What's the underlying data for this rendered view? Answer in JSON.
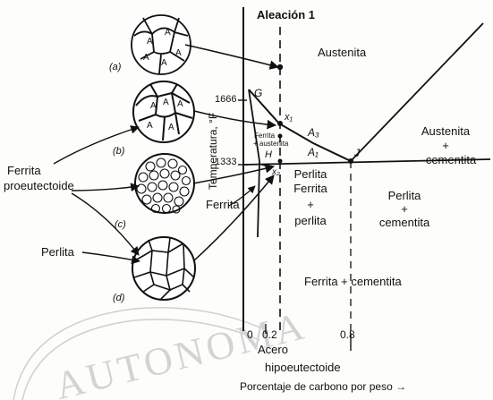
{
  "diagram": {
    "alloy_label": "Aleación 1",
    "y_axis_label": "Temperatura, °F",
    "x_axis_label": "Porcentaje de carbono por peso →",
    "ticks": {
      "x0": "0",
      "x02": "0.2",
      "x08": "0.8",
      "t1666": "1666",
      "t1333": "1333"
    },
    "points": {
      "g": "G",
      "x1": "x₁",
      "a3": "A₃",
      "a1": "A₁",
      "h": "H",
      "j": "J",
      "x2": "x₂"
    },
    "regions": {
      "austenita_top": "Austenita",
      "austenita_right": "Austenita",
      "plus_right": "+",
      "cementita_right": "cementita",
      "ferrita_austenita_1": "Ferrita",
      "ferrita_austenita_2": "+ austenita",
      "ferrita": "Ferrita",
      "perlita_ferrita_1": "Perlita",
      "perlita_ferrita_2": "Ferrita",
      "perlita_ferrita_3": "+",
      "perlita_ferrita_4": "perlita",
      "perlita_cementita_1": "Perlita",
      "perlita_cementita_2": "+",
      "perlita_cementita_3": "cementita",
      "ferrita_cementita": "Ferrita + cementita"
    },
    "steel_label_1": "Acero",
    "steel_label_2": "hipoeutectoide",
    "side_labels": {
      "ferrita_proeutectoide_1": "Ferrita",
      "ferrita_proeutectoide_2": "proeutectoide",
      "perlita": "Perlita"
    },
    "micro_labels": {
      "a": "(a)",
      "b": "(b)",
      "c": "(c)",
      "d": "(d)"
    },
    "grain_letter": "A",
    "watermark": "AUTONOMA"
  },
  "colors": {
    "ink": "#111111",
    "paper": "#fdfdfb",
    "watermark": "#c8c8c8"
  }
}
